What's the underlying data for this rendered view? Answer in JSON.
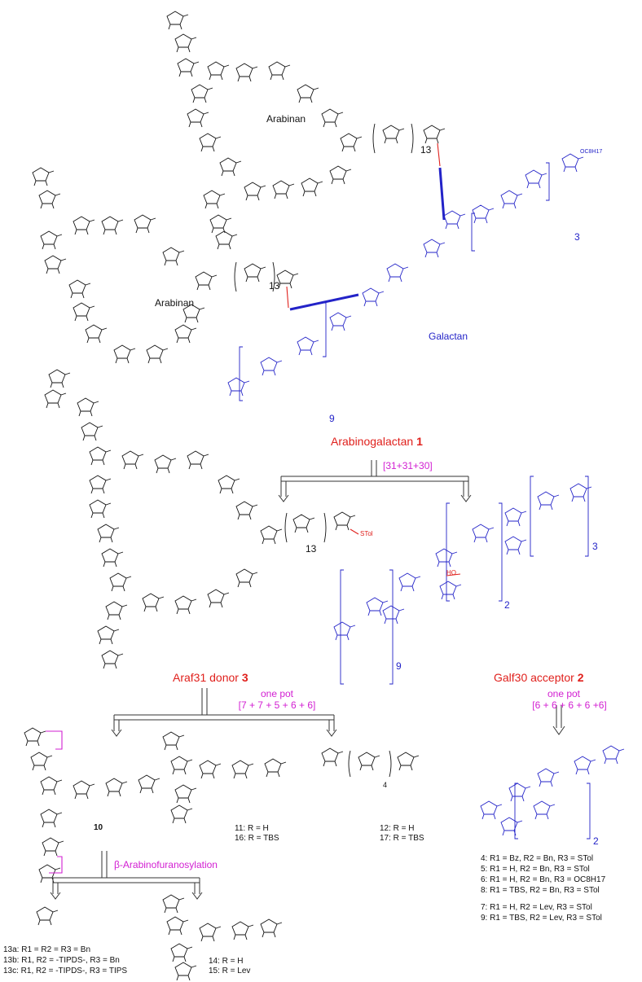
{
  "labels": {
    "arabinan_upper": "Arabinan",
    "arabinan_lower": "Arabinan",
    "galactan": "Galactan",
    "repeat_13_upper": "13",
    "repeat_13_lower": "13",
    "repeat_3_top": "3",
    "repeat_9_top": "9",
    "oc8h17_top": "OC8H17",
    "arabinogalactan": "Arabinogalactan",
    "arabinogalactan_num": "1",
    "convergent": "[31+31+30]",
    "donor_label": "Araf31 donor",
    "donor_num": "3",
    "donor_stol": "STol",
    "donor_repeat": "13",
    "acceptor_label": "Galf30 acceptor",
    "acceptor_num": "2",
    "acc_repeat_3": "3",
    "acc_repeat_2": "2",
    "acc_repeat_9": "9",
    "acc_ho": "HO",
    "onepot_left_title": "one pot",
    "onepot_left": "[7 + 7 + 5 + 6 + 6]",
    "onepot_right_title": "one pot",
    "onepot_right": "[6 + 6 + 6 + 6 +6]",
    "cmpd10": "10",
    "beta_arabinofuranosylation": "β-Arabinofuranosylation",
    "frag_repeat_4": "4",
    "frag_repeat_2": "2"
  },
  "compound_lists": {
    "col_11_16": [
      "11: R = H",
      "16: R = TBS"
    ],
    "col_12_17": [
      "12: R = H",
      "17: R = TBS"
    ],
    "col_14_15": [
      "14: R = H",
      "15: R = Lev"
    ],
    "col_13": [
      "13a: R1 = R2 = R3 = Bn",
      "13b: R1, R2 = -TIPDS-, R3 = Bn",
      "13c: R1, R2 = -TIPDS-, R3 = TIPS"
    ],
    "col_4_9": [
      "4: R1 = Bz, R2 = Bn, R3 = STol",
      "5: R1 = H, R2 = Bn, R3 = STol",
      "6: R1 = H, R2 = Bn, R3 = OC8H17",
      "8: R1 = TBS, R2 = Bn, R3 = STol",
      "7: R1 = H, R2 = Lev, R3 = STol",
      "9: R1 = TBS, R2 = Lev, R3 = STol"
    ]
  },
  "colors": {
    "black": "#111111",
    "blue": "#2323c8",
    "red": "#e0201c",
    "magenta": "#d21fd2"
  }
}
